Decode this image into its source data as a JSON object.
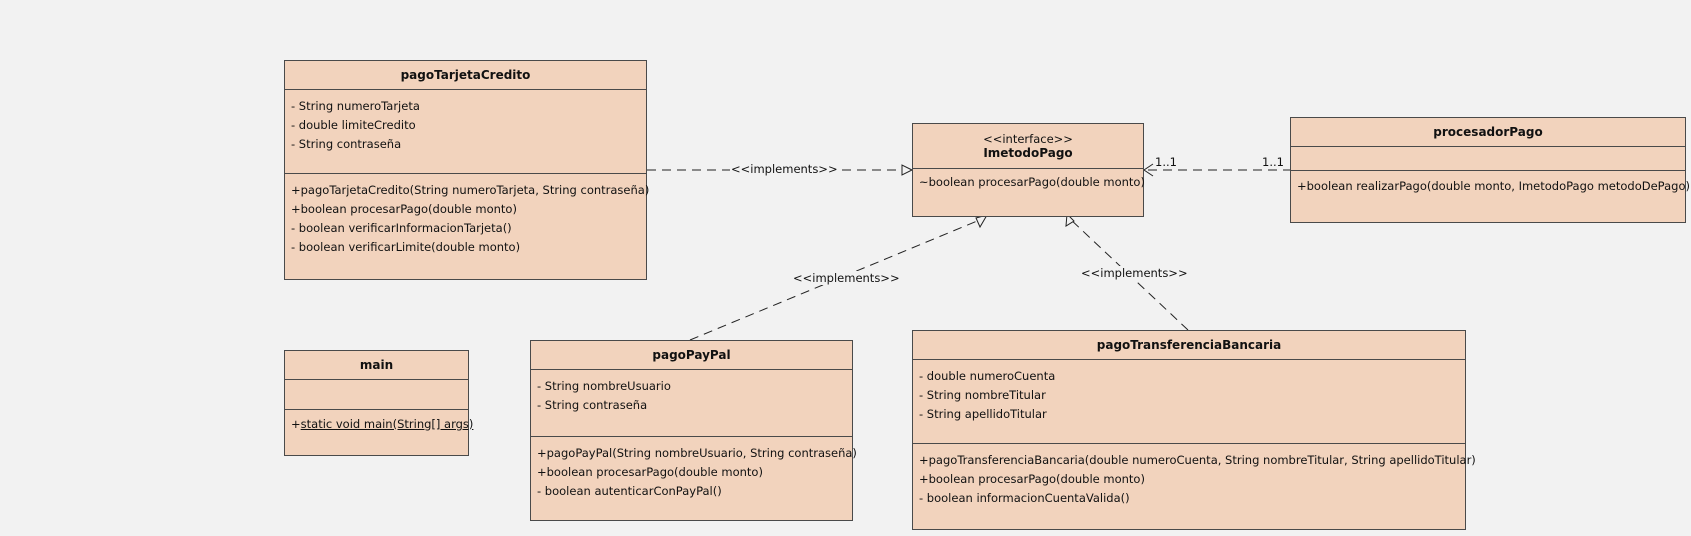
{
  "classes": {
    "pagoTarjetaCredito": {
      "name": "pagoTarjetaCredito",
      "attributes": [
        "- String numeroTarjeta",
        "- double limiteCredito",
        "- String contraseña"
      ],
      "methods": [
        "+pagoTarjetaCredito(String numeroTarjeta, String contraseña)",
        "+boolean procesarPago(double monto)",
        "- boolean verificarInformacionTarjeta()",
        "- boolean verificarLimite(double monto)"
      ]
    },
    "imetodoPago": {
      "stereotype": "<<interface>>",
      "name": "ImetodoPago",
      "methods": [
        "~boolean procesarPago(double monto)"
      ]
    },
    "procesadorPago": {
      "name": "procesadorPago",
      "methods": [
        "+boolean realizarPago(double monto, ImetodoPago metodoDePago)"
      ]
    },
    "main": {
      "name": "main",
      "methods": [
        "+",
        "static void main(String[] args)"
      ]
    },
    "pagoPayPal": {
      "name": "pagoPayPal",
      "attributes": [
        "- String nombreUsuario",
        "- String contraseña"
      ],
      "methods": [
        "+pagoPayPal(String nombreUsuario, String contraseña)",
        "+boolean procesarPago(double monto)",
        "- boolean autenticarConPayPal()"
      ]
    },
    "pagoTransferenciaBancaria": {
      "name": "pagoTransferenciaBancaria",
      "attributes": [
        "- double numeroCuenta",
        "- String nombreTitular",
        "- String apellidoTitular"
      ],
      "methods": [
        "+pagoTransferenciaBancaria(double numeroCuenta, String nombreTitular, String apellidoTitular)",
        "+boolean procesarPago(double monto)",
        "- boolean informacionCuentaValida()"
      ]
    }
  },
  "relations": {
    "implements_label": "<<implements>>",
    "multiplicity_near_interface": "1..1",
    "multiplicity_near_procesador": "1..1"
  }
}
